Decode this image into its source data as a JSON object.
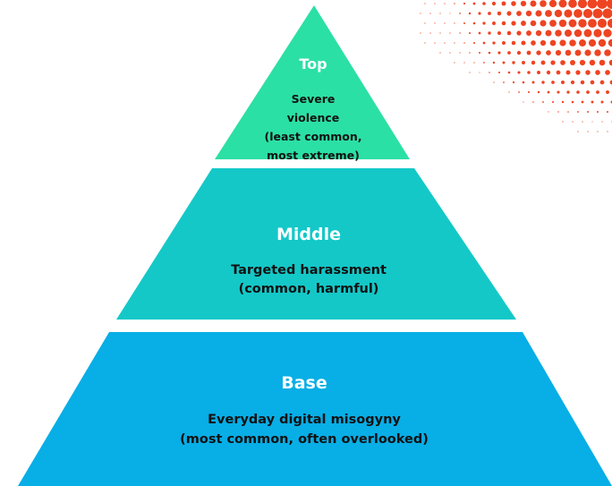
{
  "colors": {
    "top": "#2BE0A4",
    "middle": "#14C8C8",
    "base": "#08AEE6",
    "dots": "#EE4422"
  },
  "tiers": {
    "top": {
      "title": "Top",
      "description": "Severe\nviolence\n(least common,\n most extreme)"
    },
    "middle": {
      "title": "Middle",
      "description": "Targeted harassment\n (common, harmful)"
    },
    "base": {
      "title": "Base",
      "description": "Everyday digital misogyny\n(most common, often overlooked)"
    }
  },
  "decoration": {
    "icon": "halftone-dots"
  }
}
